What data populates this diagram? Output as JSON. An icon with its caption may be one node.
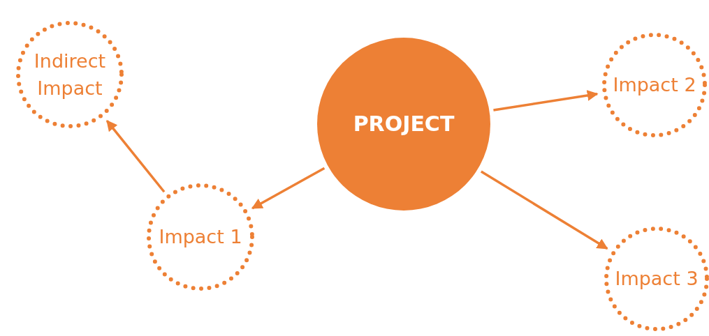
{
  "diagram": {
    "nodes": [
      {
        "text": [
          "Indirect Impact"
        ]
      },
      {
        "text": [
          "PROJECT"
        ]
      },
      {
        "text": [
          "Impact 2"
        ]
      },
      {
        "text": [
          "Impact 1"
        ]
      },
      {
        "text": [
          "Impact 3"
        ]
      }
    ],
    "edges": [
      {
        "from": 1,
        "to": 3,
        "arrow": "to"
      },
      {
        "from": 3,
        "to": 0,
        "arrow": "to"
      },
      {
        "from": 1,
        "to": 2,
        "arrow": "to"
      },
      {
        "from": 1,
        "to": 4,
        "arrow": "to"
      }
    ]
  }
}
